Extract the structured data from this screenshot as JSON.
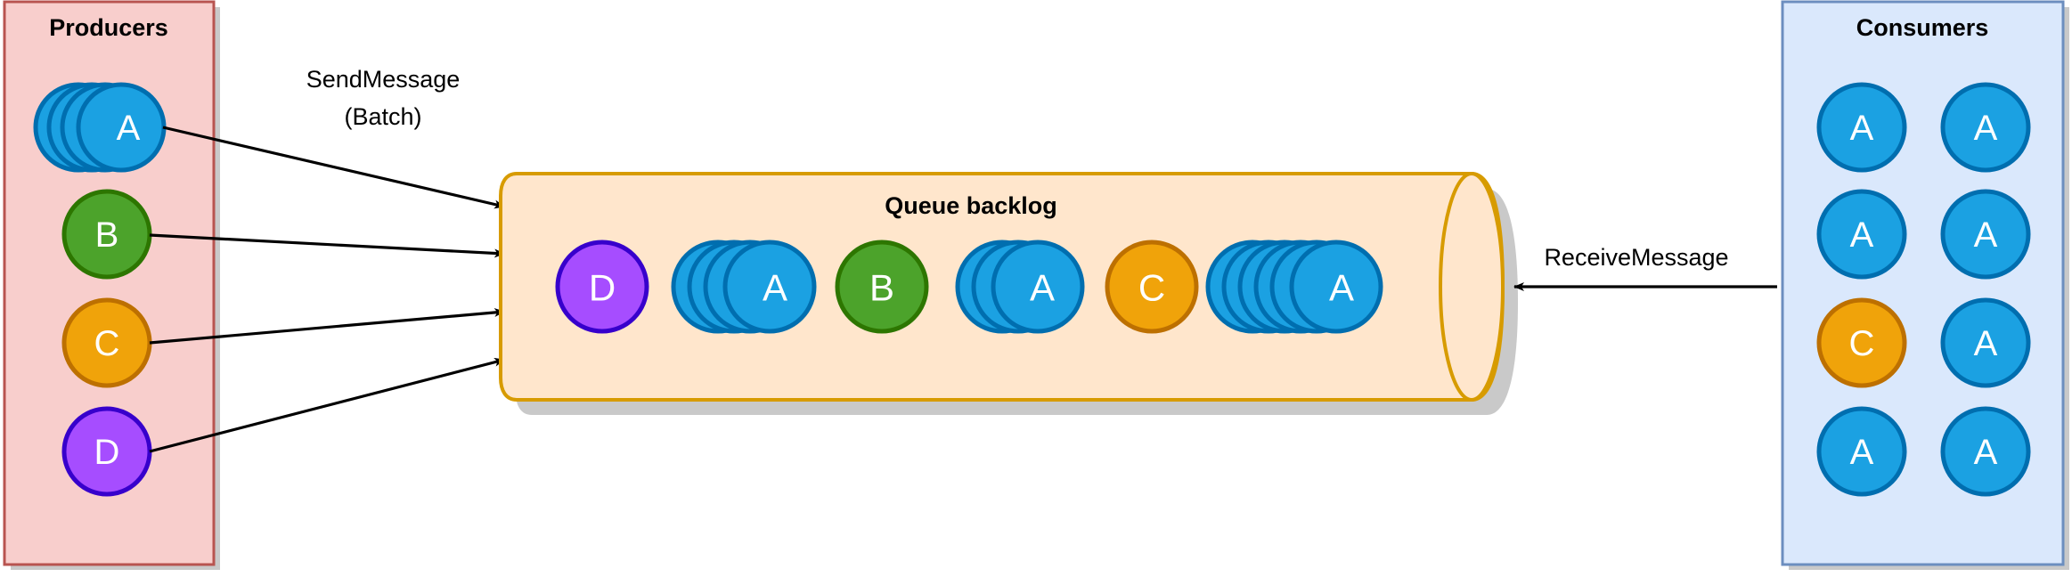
{
  "diagram": {
    "title_producers": "Producers",
    "title_consumers": "Consumers",
    "title_queue": "Queue backlog",
    "edge_send_line1": "SendMessage",
    "edge_send_line2": "(Batch)",
    "edge_receive": "ReceiveMessage"
  },
  "colors": {
    "producers_fill": "#f8cecc",
    "producers_stroke": "#b85450",
    "consumers_fill": "#dae8fc",
    "consumers_stroke": "#6c8ebf",
    "queue_fill": "#ffe6cc",
    "queue_stroke": "#d79b00",
    "blue_fill": "#1ba1e2",
    "blue_stroke": "#006eaf",
    "green_fill": "#4ca32b",
    "green_stroke": "#2d7600",
    "orange_fill": "#f0a30a",
    "orange_stroke": "#bd7000",
    "purple_fill": "#a64dff",
    "purple_stroke": "#3700cc",
    "arrow": "#000000",
    "shadow": "#c0c0c0",
    "page_bg": "#ffffff"
  },
  "producers": {
    "nodes": [
      {
        "label": "A",
        "color": "blue",
        "stack": 4
      },
      {
        "label": "B",
        "color": "green",
        "stack": 1
      },
      {
        "label": "C",
        "color": "orange",
        "stack": 1
      },
      {
        "label": "D",
        "color": "purple",
        "stack": 1
      }
    ]
  },
  "queue": {
    "messages": [
      {
        "label": "D",
        "color": "purple",
        "stack": 1
      },
      {
        "label": "A",
        "color": "blue",
        "stack": 4
      },
      {
        "label": "B",
        "color": "green",
        "stack": 1
      },
      {
        "label": "A",
        "color": "blue",
        "stack": 3
      },
      {
        "label": "C",
        "color": "orange",
        "stack": 1
      },
      {
        "label": "A",
        "color": "blue",
        "stack": 6
      }
    ]
  },
  "consumers": {
    "rows": [
      [
        {
          "label": "A",
          "color": "blue"
        },
        {
          "label": "A",
          "color": "blue"
        }
      ],
      [
        {
          "label": "A",
          "color": "blue"
        },
        {
          "label": "A",
          "color": "blue"
        }
      ],
      [
        {
          "label": "C",
          "color": "orange"
        },
        {
          "label": "A",
          "color": "blue"
        }
      ],
      [
        {
          "label": "A",
          "color": "blue"
        },
        {
          "label": "A",
          "color": "blue"
        }
      ]
    ]
  },
  "arrows": {
    "send_count": 4,
    "receive_count": 1
  }
}
